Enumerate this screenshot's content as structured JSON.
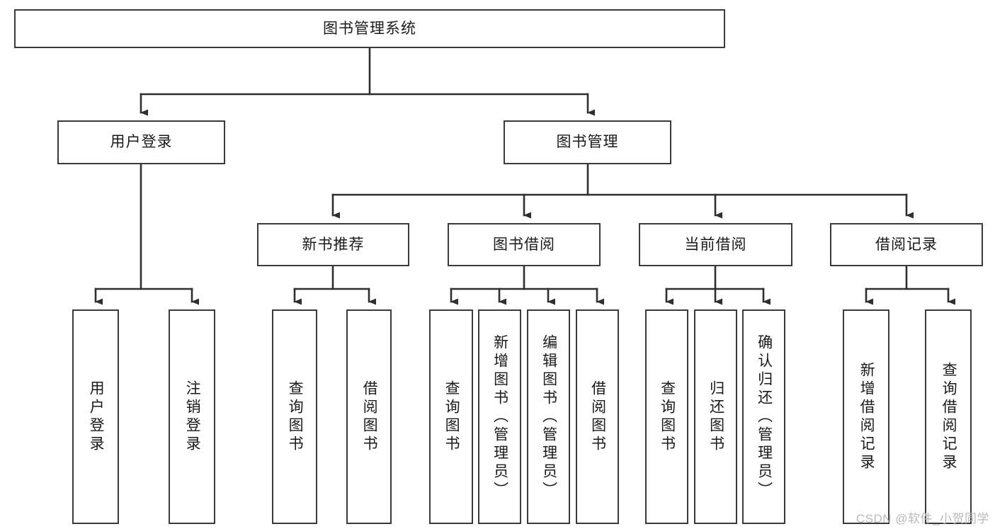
{
  "diagram": {
    "title_node": {
      "label": "图书管理系统"
    },
    "level2": [
      {
        "id": "user-login",
        "label": "用户登录"
      },
      {
        "id": "book-management",
        "label": "图书管理"
      }
    ],
    "level3": [
      {
        "id": "new-book-recommend",
        "label": "新书推荐"
      },
      {
        "id": "book-borrow",
        "label": "图书借阅"
      },
      {
        "id": "current-borrow",
        "label": "当前借阅"
      },
      {
        "id": "borrow-record",
        "label": "借阅记录"
      }
    ],
    "leaves": [
      {
        "id": "leaf-user-login",
        "label": "用户登录"
      },
      {
        "id": "leaf-logout-login",
        "label": "注销登录"
      },
      {
        "id": "leaf-query-books-1",
        "label": "查询图书"
      },
      {
        "id": "leaf-borrow-books-1",
        "label": "借阅图书"
      },
      {
        "id": "leaf-query-books-2",
        "label": "查询图书"
      },
      {
        "id": "leaf-add-book-admin",
        "label": "新增图书（管理员）"
      },
      {
        "id": "leaf-edit-book-admin",
        "label": "编辑图书（管理员）"
      },
      {
        "id": "leaf-borrow-books-2",
        "label": "借阅图书"
      },
      {
        "id": "leaf-query-books-3",
        "label": "查询图书"
      },
      {
        "id": "leaf-return-books",
        "label": "归还图书"
      },
      {
        "id": "leaf-confirm-return-admin",
        "label": "确认归还（管理员）"
      },
      {
        "id": "leaf-add-borrow-record",
        "label": "新增借阅记录"
      },
      {
        "id": "leaf-query-borrow-record",
        "label": "查询借阅记录"
      }
    ],
    "watermark": "CSDN @软件_小贺同学",
    "colors": {
      "stroke": "#3a3a3a",
      "fill": "#ffffff",
      "text": "#1a1a1a",
      "watermark": "#b9b9b9"
    }
  }
}
